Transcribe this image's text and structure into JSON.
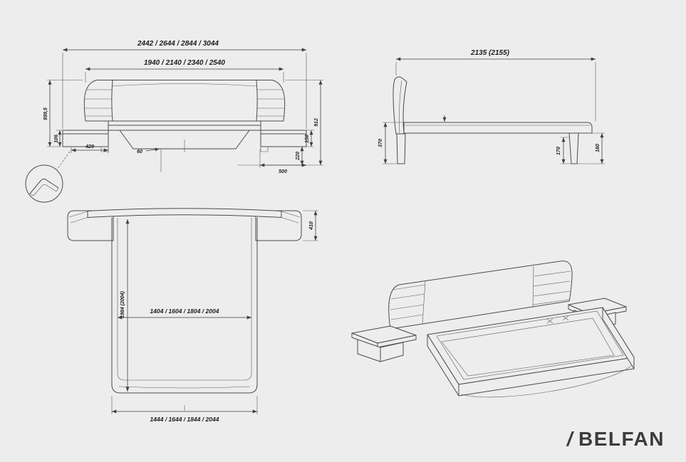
{
  "colors": {
    "background": "#ededee",
    "line": "#4a4a4a",
    "text": "#1d1d1d",
    "logo": "#3c3c3c"
  },
  "front_view": {
    "overall_width": "2442 / 2644 / 2844 / 3044",
    "inner_width": "1940 / 2140 / 2340 / 2540",
    "total_height": "899,5",
    "side_gap": "106",
    "nightstand_inner_width": "429",
    "center_offset": "60",
    "right_height": "912",
    "nightstand_height": "150",
    "base_height": "220",
    "nightstand_width": "500"
  },
  "side_view": {
    "length": "2135 (2155)",
    "frame_height": "370",
    "leg_inset": "170",
    "leg_height": "180"
  },
  "plan_view": {
    "top_depth": "410",
    "inner_length": "1984 (2004)",
    "inner_width": "1404 / 1604 / 1804 / 2004",
    "outer_width": "1444 / 1644 / 1844 / 2044"
  },
  "logo": {
    "slash": "/",
    "brand": "BELFAN"
  }
}
